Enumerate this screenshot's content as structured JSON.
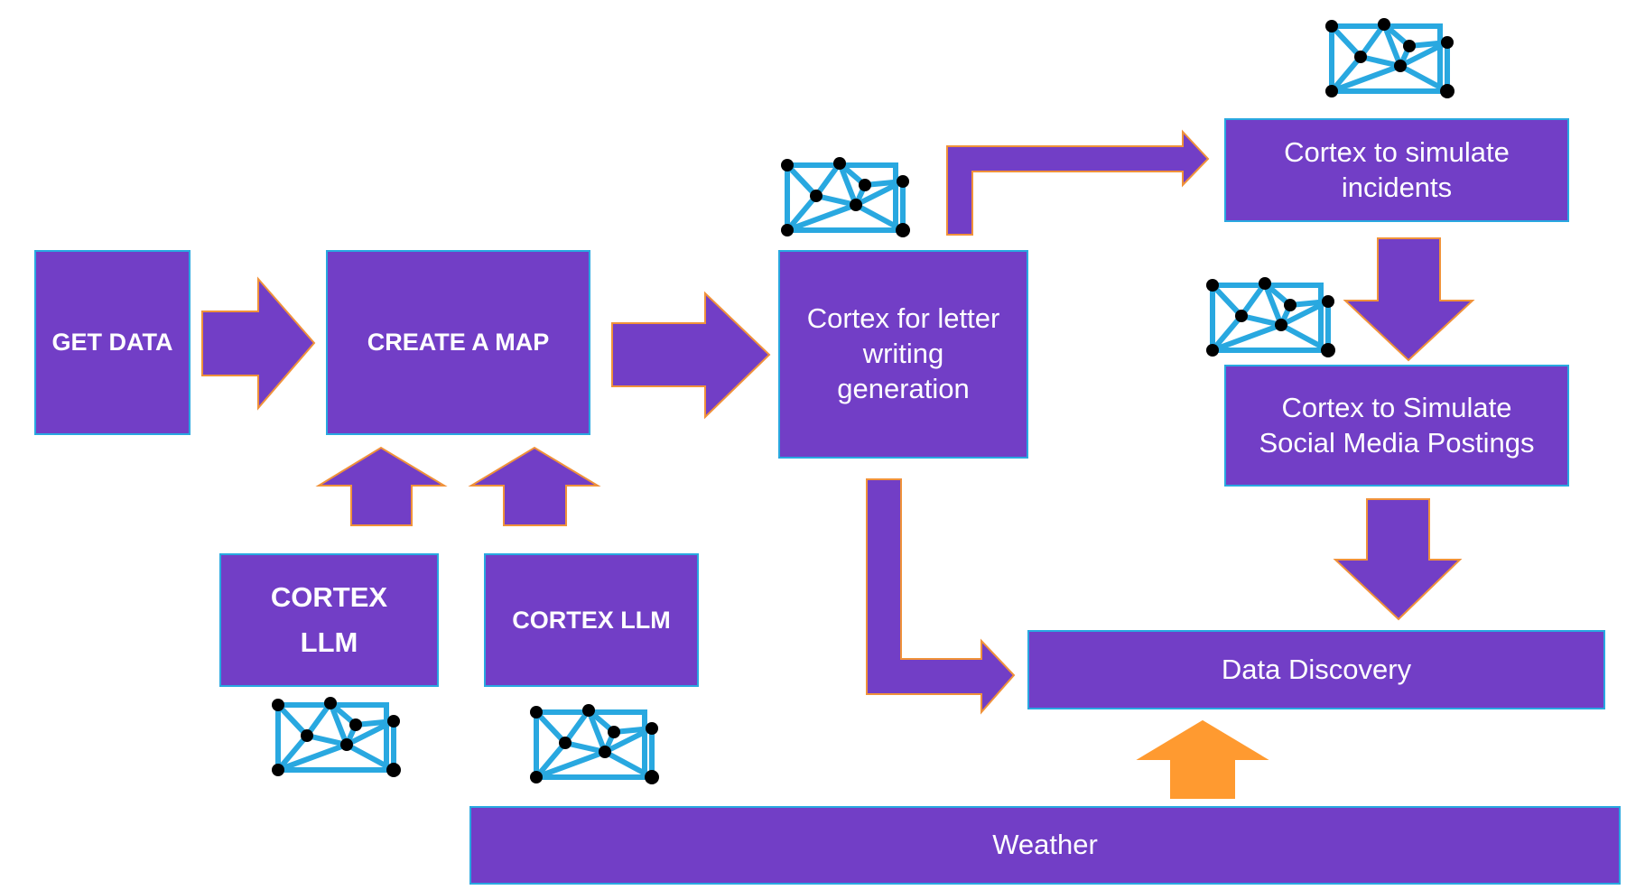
{
  "colors": {
    "box_fill": "#723ec6",
    "box_border": "#29a8e0",
    "arrow_fill": "#723ec6",
    "arrow_stroke": "#f0923a",
    "accent_orange": "#ff9a30",
    "icon_blue": "#29a8e0"
  },
  "boxes": {
    "get_data": "GET DATA",
    "create_map": "CREATE A MAP",
    "cortex_llm_1": [
      "CORTEX",
      "LLM"
    ],
    "cortex_llm_2": "CORTEX LLM",
    "letter_writing": [
      "Cortex for letter",
      "writing",
      "generation"
    ],
    "simulate_incidents": [
      "Cortex to simulate",
      "incidents"
    ],
    "simulate_social": [
      "Cortex to Simulate",
      "Social Media Postings"
    ],
    "data_discovery": "Data Discovery",
    "weather": "Weather"
  },
  "icons": {
    "network": "network-map-icon"
  }
}
